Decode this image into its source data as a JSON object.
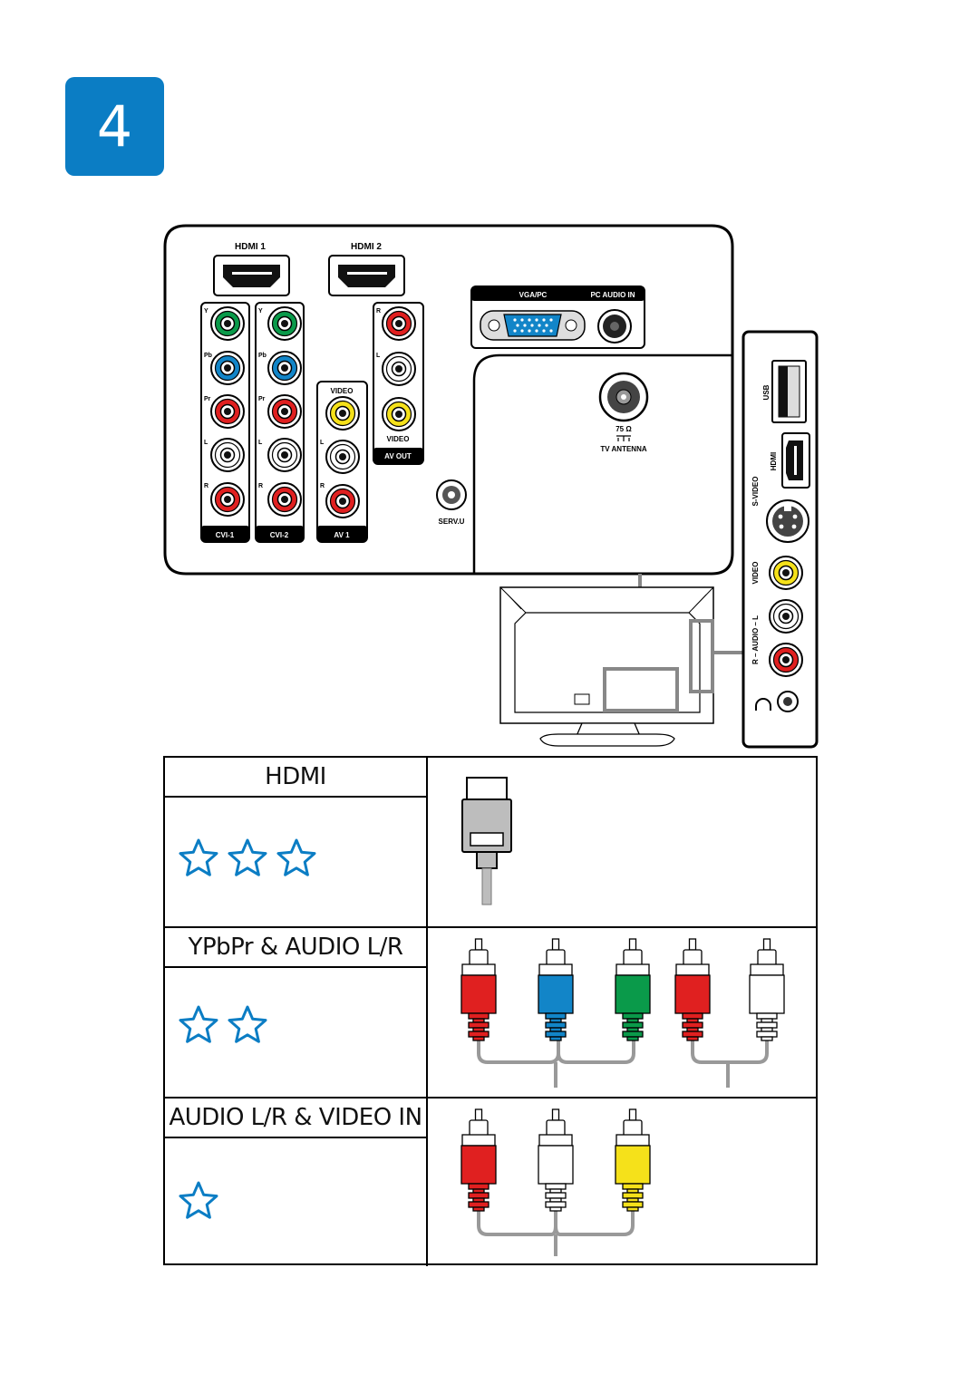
{
  "step": {
    "number": "4"
  },
  "panel": {
    "hdmi1": "HDMI 1",
    "hdmi2": "HDMI 2",
    "vga_pc": "VGA/PC",
    "pc_audio_in": "PC AUDIO IN",
    "cvi1_labels": [
      "Y",
      "Pb",
      "Pr",
      "L",
      "R"
    ],
    "cvi2_labels": [
      "Y",
      "Pb",
      "Pr",
      "L",
      "R"
    ],
    "cvi1_name": "CVI-1",
    "cvi2_name": "CVI-2",
    "av1_labels": [
      "VIDEO",
      "L",
      "R"
    ],
    "av1_name": "AV 1",
    "avout_labels": [
      "R",
      "L",
      "VIDEO"
    ],
    "avout_name": "AV OUT",
    "serv_u": "SERV.U",
    "antenna_ohm": "75 Ω",
    "tv_antenna": "TV ANTENNA",
    "side_usb": "USB",
    "side_hdmi": "HDMI",
    "side_svideo": "S-VIDEO",
    "side_video": "VIDEO",
    "side_audio": "R – AUDIO – L"
  },
  "table": {
    "rows": [
      {
        "title": "HDMI",
        "stars": 3
      },
      {
        "title": "YPbPr & AUDIO L/R",
        "stars": 2
      },
      {
        "title": "AUDIO L/R & VIDEO IN",
        "stars": 1
      }
    ]
  },
  "colors": {
    "accent": "#0b7dc4",
    "green": "#0a9a4a",
    "blue": "#1285c8",
    "red": "#e02020",
    "yellow": "#f5e11a",
    "white": "#ffffff"
  }
}
